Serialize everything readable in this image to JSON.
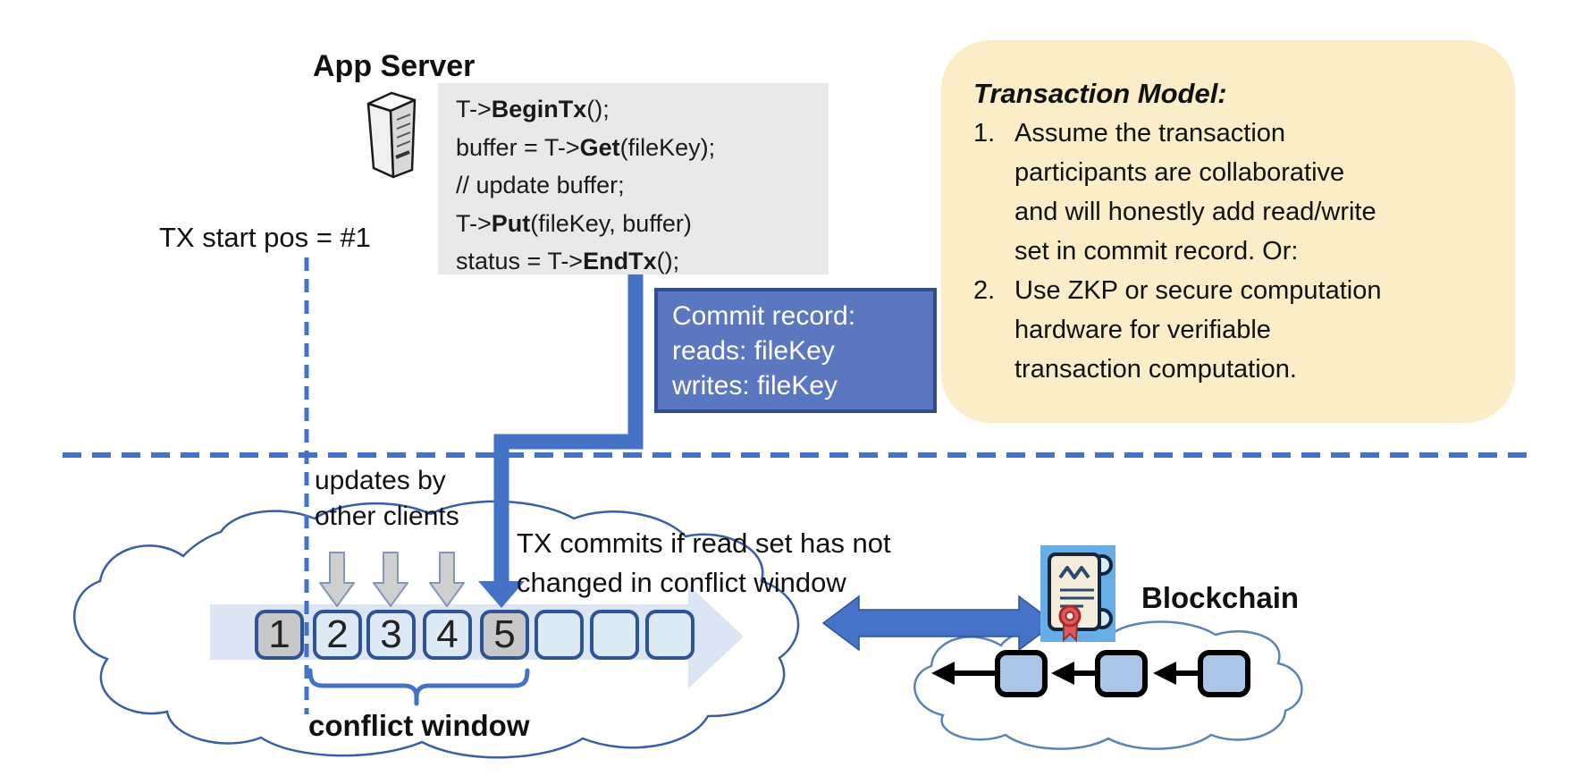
{
  "app_server": {
    "title": "App Server"
  },
  "code_block": {
    "lines": [
      {
        "pre": "T->",
        "bold": "BeginTx",
        "post": "();"
      },
      {
        "pre": "buffer = T->",
        "bold": "Get",
        "post": "(fileKey);"
      },
      {
        "pre": "// update buffer;",
        "bold": "",
        "post": ""
      },
      {
        "pre": "T->",
        "bold": "Put",
        "post": "(fileKey, buffer)"
      },
      {
        "pre": "status = T->",
        "bold": "EndTx",
        "post": "();"
      }
    ]
  },
  "tx_start_label": "TX start pos = #1",
  "commit_record": {
    "lines": [
      "Commit record:",
      "reads: fileKey",
      "writes: fileKey"
    ]
  },
  "transaction_model": {
    "title": "Transaction Model:",
    "items": [
      {
        "number": "1.",
        "lines": [
          "Assume the transaction",
          "participants are collaborative",
          "and will honestly add read/write",
          "set in commit record.  Or:"
        ]
      },
      {
        "number": "2.",
        "lines": [
          "Use ZKP or secure computation",
          "hardware for verifiable",
          "transaction computation."
        ]
      }
    ]
  },
  "annotations": {
    "updates_by_line1": "updates by",
    "updates_by_line2": "other clients",
    "tx_commits_line1": "TX commits if read set has not",
    "tx_commits_line2": "changed in conflict window",
    "conflict_window": "conflict window",
    "blockchain_label": "Blockchain"
  },
  "timeline": {
    "boxes": [
      {
        "label": "1",
        "variant": "gray"
      },
      {
        "label": "2",
        "variant": "blue"
      },
      {
        "label": "3",
        "variant": "blue"
      },
      {
        "label": "4",
        "variant": "blue"
      },
      {
        "label": "5",
        "variant": "gray"
      },
      {
        "label": "",
        "variant": "blue"
      },
      {
        "label": "",
        "variant": "blue"
      },
      {
        "label": "",
        "variant": "blue"
      }
    ],
    "conflict_window_boxes": [
      "2",
      "3",
      "4",
      "5"
    ]
  },
  "icons": {
    "server": "server-tower-icon",
    "certificate": "certificate-scroll-icon",
    "update_arrows": "gray-down-arrow-icon",
    "commit_arrow": "blue-elbow-down-arrow",
    "sync_arrow": "blue-double-headed-arrow",
    "chain_arrows": "black-left-arrow",
    "clouds": "cloud-outline"
  },
  "colors": {
    "accent_blue": "#4472C4",
    "dark_blue": "#2F5496",
    "commit_fill": "#5B77C0",
    "commit_border": "#2E4C8E",
    "code_bg": "#E9E9E9",
    "note_bg": "#FAEDC8",
    "box_gray": "#C8C8C8",
    "box_blue": "#DEE9F6",
    "pale_arrow": "#DBE5F3",
    "block_fill": "#A9C6E8",
    "cloud_left_stroke": "#3A5DA5",
    "cloud_right_stroke": "#5D82B5"
  }
}
